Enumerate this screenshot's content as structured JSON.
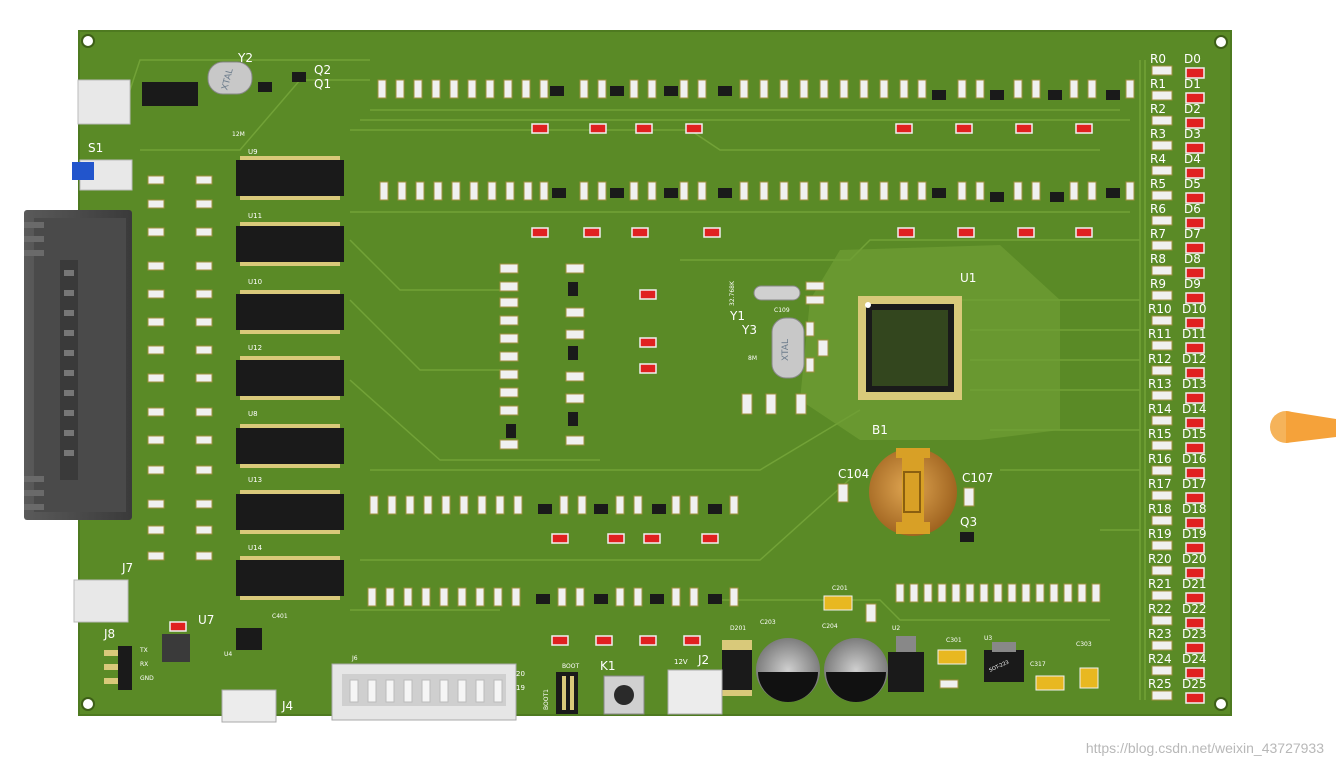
{
  "board": {
    "main_labels": {
      "y2": "Y2",
      "q2": "Q2",
      "q1": "Q1",
      "s1": "S1",
      "u9": "U9",
      "u11": "U11",
      "u10": "U10",
      "u12": "U12",
      "u8": "U8",
      "u13": "U13",
      "u14": "U14",
      "j7": "J7",
      "j8": "J8",
      "u7": "U7",
      "u4": "U4",
      "j4": "J4",
      "j6": "J6",
      "k1": "K1",
      "j2": "J2",
      "y1": "Y1",
      "y3": "Y3",
      "u1": "U1",
      "b1": "B1",
      "c104": "C104",
      "c107": "C107",
      "q3": "Q3",
      "u2": "U2",
      "u3": "U3",
      "c203": "C203",
      "c204": "C204",
      "c201": "C201",
      "c301": "C301",
      "c303": "C303",
      "c317": "C317",
      "d201": "D201",
      "c401": "C401",
      "c109": "C109"
    },
    "crystal_text": "XTAL",
    "crystal_y3_text": "XTAL",
    "y1_freq": "32.768K",
    "y2_freq": "12M",
    "y3_freq": "8M",
    "j2_voltage": "12V",
    "j8_pins": [
      "TX",
      "RX",
      "GND"
    ],
    "j6_pin_a": "20",
    "j6_pin_b": "19",
    "boot_labels": [
      "BOOT1",
      "BOOT"
    ],
    "u3_marking": "SOT-223",
    "r_labels": [
      "R0",
      "R1",
      "R2",
      "R3",
      "R4",
      "R5",
      "R6",
      "R7",
      "R8",
      "R9",
      "R10",
      "R11",
      "R12",
      "R13",
      "R14",
      "R15",
      "R16",
      "R17",
      "R18",
      "R19",
      "R20",
      "R21",
      "R22",
      "R23",
      "R24",
      "R25"
    ],
    "d_labels": [
      "D0",
      "D1",
      "D2",
      "D3",
      "D4",
      "D5",
      "D6",
      "D7",
      "D8",
      "D9",
      "D10",
      "D11",
      "D12",
      "D13",
      "D14",
      "D15",
      "D16",
      "D17",
      "D18",
      "D19",
      "D20",
      "D21",
      "D22",
      "D23",
      "D24",
      "D25"
    ]
  },
  "watermark": "https://blog.csdn.net/weixin_43727933",
  "colors": {
    "pcb": "#5a8a26",
    "pcb_edge": "#4e7a20",
    "trace": "#6f9e35",
    "chip": "#1a1a1a",
    "led": "#e02020",
    "pad": "#d9c97a",
    "silk": "#ffffff",
    "battery": "#c98a30",
    "connector": "#e8e8e8",
    "cursor": "#f5a23a"
  }
}
